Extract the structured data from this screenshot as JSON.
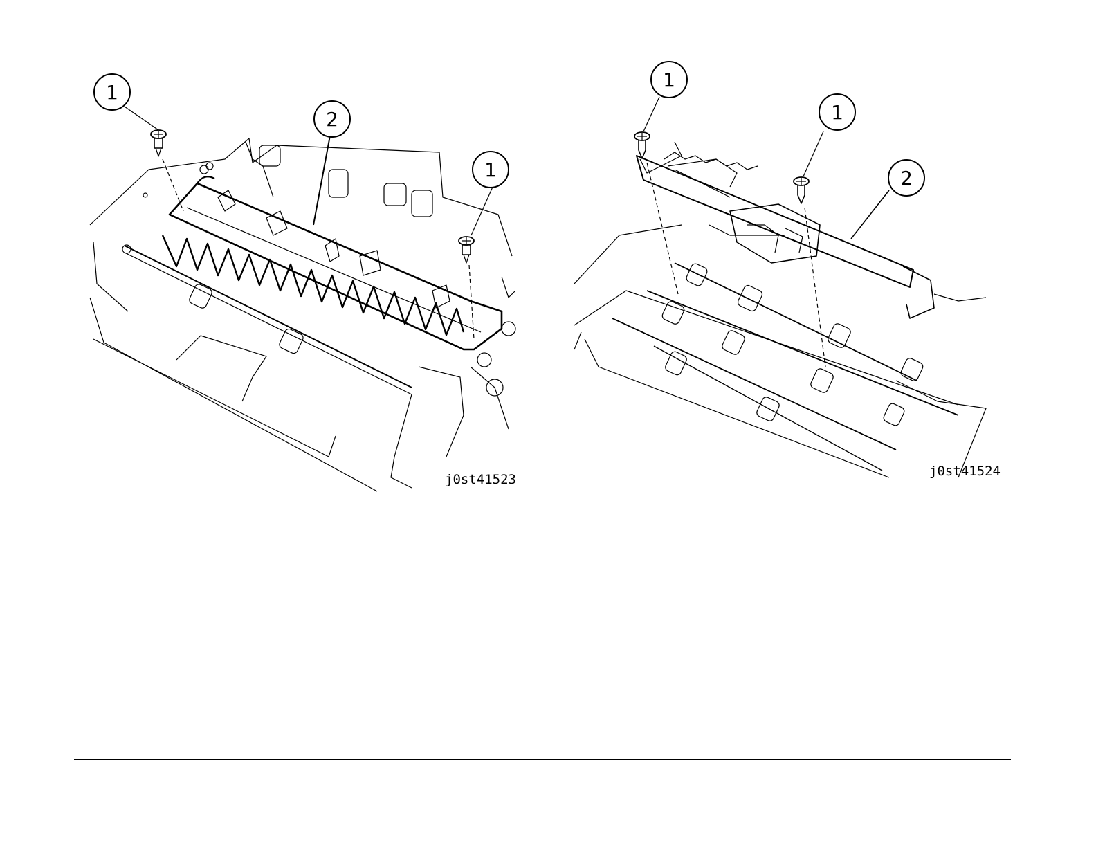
{
  "figures": [
    {
      "id": "j0st41523",
      "callouts": [
        {
          "number": "1",
          "part": "screw"
        },
        {
          "number": "2",
          "part": "cover"
        },
        {
          "number": "1",
          "part": "screw"
        }
      ]
    },
    {
      "id": "j0st41524",
      "callouts": [
        {
          "number": "1",
          "part": "screw"
        },
        {
          "number": "1",
          "part": "screw"
        },
        {
          "number": "2",
          "part": "guide"
        }
      ]
    }
  ],
  "colors": {
    "line": "#000000",
    "background": "#ffffff"
  }
}
